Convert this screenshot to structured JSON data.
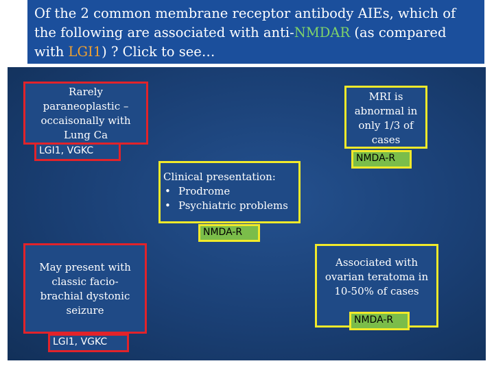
{
  "slide": {
    "title": {
      "part1": "Of the 2 common membrane receptor antibody AIEs, which of the following are associated with anti-",
      "nmdar": "NMDAR",
      "part2": " (as compared with ",
      "lgi1": "LGI1",
      "part3": ") ? Click to see…"
    },
    "colors": {
      "title_bg": "#1b4f9c",
      "nmdar_text": "#7fd36a",
      "lgi1_text": "#f0a030",
      "red_border": "#e2232a",
      "yellow_border": "#f2ea2a",
      "nmda_tag_bg": "#7bbd4a"
    },
    "boxes": {
      "paraneoplastic": "Rarely paraneoplastic – occaisonally with Lung Ca",
      "mri": "MRI is abnormal in only 1/3 of cases",
      "clinical_heading": "Clinical presentation:",
      "clinical_items": [
        "Prodrome",
        "Psychiatric problems"
      ],
      "fbds": "May present with classic facio-brachial dystonic seizure",
      "teratoma": "Associated with ovarian teratoma in 10-50% of cases"
    },
    "tags": {
      "lgi_1": "LGI1, VGKC",
      "nmda_1": "NMDA-R",
      "nmda_2": "NMDA-R",
      "nmda_3": "NMDA-R",
      "lgi_2": "LGI1, VGKC"
    },
    "bullet_char": "•"
  }
}
